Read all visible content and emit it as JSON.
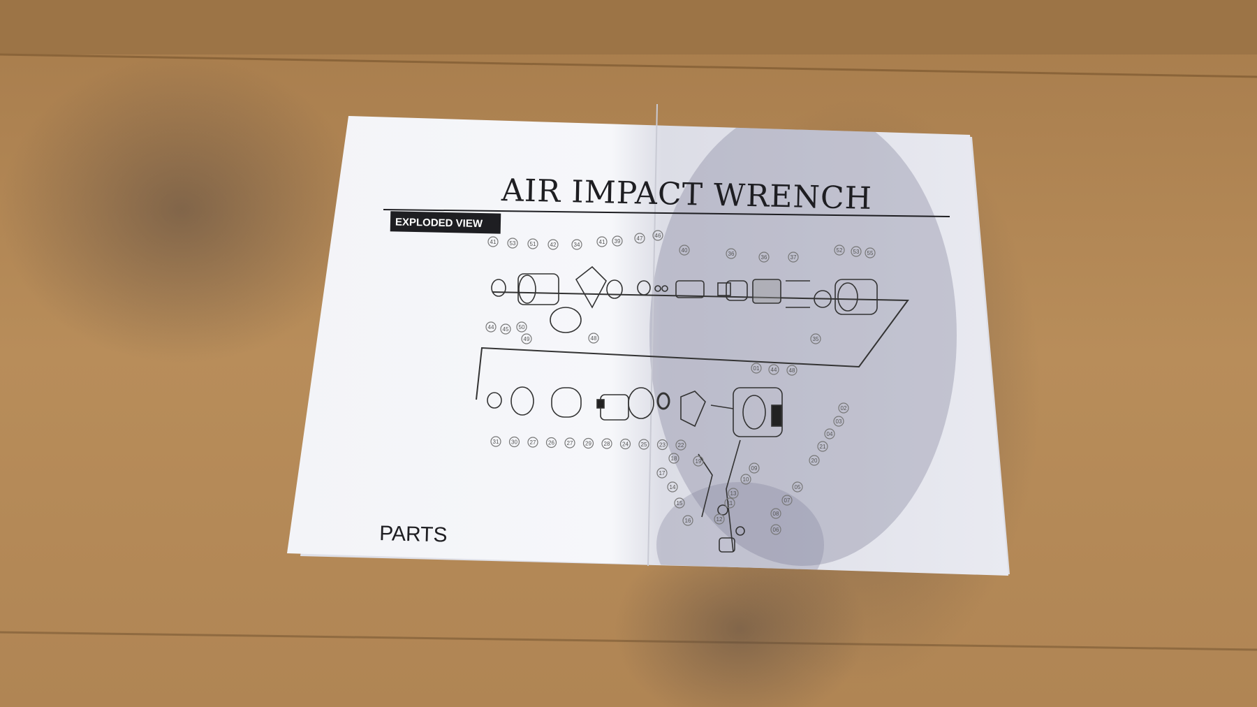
{
  "document": {
    "title": "AIR IMPACT WRENCH",
    "section_badge": "EXPLODED VIEW",
    "footer_label": "PARTS"
  },
  "diagram": {
    "top_row_callouts": [
      "41",
      "53",
      "51",
      "42",
      "34",
      "41",
      "39",
      "47",
      "46",
      "40",
      "36",
      "36",
      "37",
      "52",
      "53",
      "55",
      "35",
      "44",
      "45",
      "50",
      "49",
      "48"
    ],
    "bottom_row_callouts": [
      "31",
      "30",
      "27",
      "26",
      "27",
      "29",
      "28",
      "24",
      "25",
      "23",
      "22"
    ],
    "housing_callouts": [
      "01",
      "44",
      "48",
      "02",
      "03",
      "04",
      "21",
      "20",
      "05",
      "07",
      "08",
      "06",
      "09",
      "10",
      "12",
      "11",
      "13",
      "14",
      "15",
      "16",
      "17",
      "18",
      "19"
    ]
  },
  "colors": {
    "cardboard": "#b58a57",
    "paper": "#eef0f6",
    "ink": "#1e1e22"
  }
}
